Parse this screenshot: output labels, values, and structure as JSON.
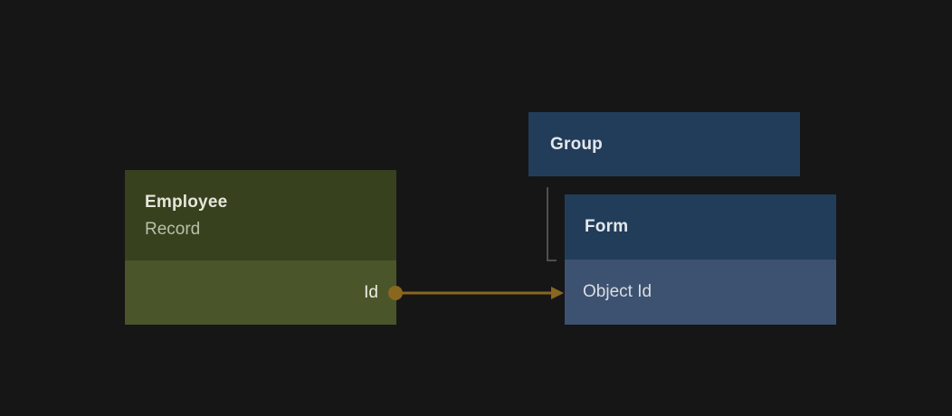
{
  "canvas": {
    "label": "diagram-canvas"
  },
  "nodes": {
    "employee": {
      "title": "Employee",
      "subtitle": "Record",
      "fields": [
        {
          "label": "Id"
        }
      ]
    },
    "group": {
      "title": "Group"
    },
    "form": {
      "title": "Form",
      "fields": [
        {
          "label": "Object Id"
        }
      ]
    }
  },
  "connectors": {
    "reference_arrow": {
      "from": "Employee Record / Id",
      "to": "Form / Object Id",
      "color": "#8a671f"
    },
    "hierarchy_line": {
      "from": "Group",
      "to": "Form",
      "color": "#4f4f4f"
    }
  },
  "colors": {
    "canvas_bg": "#161616",
    "employee_header": "#37411d",
    "employee_body": "#4a552a",
    "employee_title": "#e4e6db",
    "employee_subtitle": "#b8c0ab",
    "employee_field": "#eceee6",
    "blue_header": "#223d5a",
    "blue_body": "#3d5270",
    "blue_title": "#e4e7eb",
    "blue_field": "#d9dde3",
    "hierarchy_line": "#4f4f4f",
    "reference_arrow": "#8a671f"
  }
}
